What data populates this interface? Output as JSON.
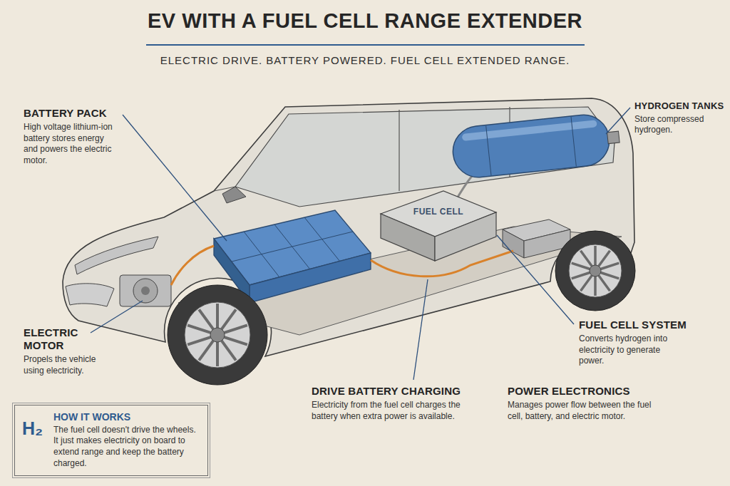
{
  "diagram": {
    "title": "EV WITH A FUEL CELL RANGE EXTENDER",
    "nodes": [
      {
        "text": [
          "FUEL CELL"
        ]
      },
      {
        "text": [
          "H₂",
          "HOW IT WORKS",
          "The fuel cell doesn't drive the wheels. It just makes electricity on board to extend range and keep the battery charged."
        ]
      }
    ],
    "labels": [
      "ELECTRIC DRIVE. BATTERY POWERED. FUEL CELL EXTENDED RANGE.",
      "BATTERY PACK",
      "High voltage lithium-ion battery stores energy and powers the electric motor.",
      "HYDROGEN TANKS",
      "Store compressed hydrogen.",
      "ELECTRIC MOTOR",
      "Propels the vehicle using electricity.",
      "FUEL CELL SYSTEM",
      "Converts hydrogen into electricity to generate power.",
      "DRIVE BATTERY CHARGING",
      "Electricity from the fuel cell charges the battery when extra power is available.",
      "POWER ELECTRONICS",
      "Manages power flow between the fuel cell, battery, and electric motor."
    ]
  }
}
